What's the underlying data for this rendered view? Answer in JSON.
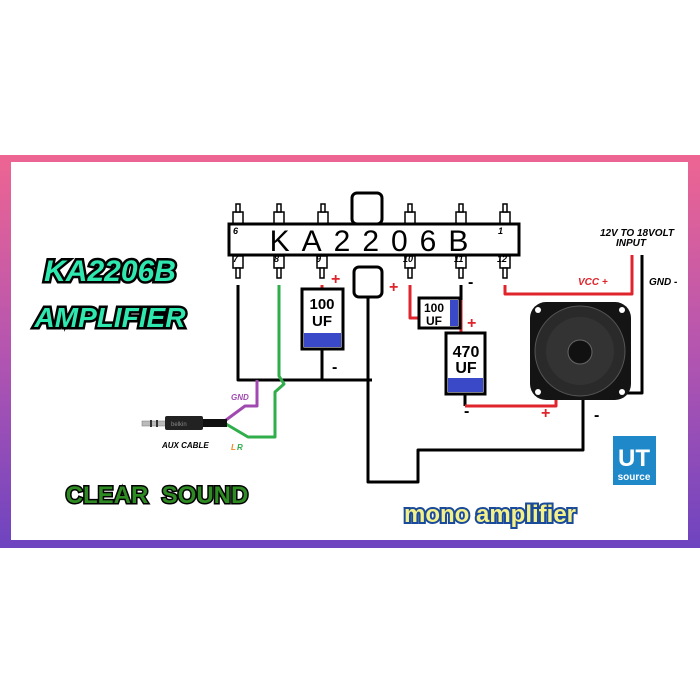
{
  "title": {
    "line1": "KA2206B",
    "line2": "AMPLIFIER"
  },
  "tagline": "CLEAR  SOUND",
  "subtitle": "mono amplifier",
  "ic": {
    "label": "KA2206B",
    "pins_top": [
      "6",
      "1"
    ],
    "pins_bottom": [
      "7",
      "8",
      "9",
      "10",
      "11",
      "12"
    ]
  },
  "capacitors": {
    "c1": {
      "value": "100",
      "unit": "UF"
    },
    "c2": {
      "value": "100",
      "unit": "UF"
    },
    "c3": {
      "value": "470",
      "unit": "UF"
    }
  },
  "labels": {
    "input": "12V TO 18VOLT",
    "input2": "INPUT",
    "vcc": "VCC +",
    "gnd": "GND -",
    "aux_gnd": "GND",
    "aux_l": "L",
    "aux_r": "R",
    "aux_cable": "AUX CABLE",
    "jack_brand": "belkin",
    "plus": "+",
    "minus": "-"
  },
  "logo": {
    "line1": "UT",
    "line2": "source"
  },
  "colors": {
    "red": "#e0242b",
    "green": "#2fae4a",
    "purple": "#a04ab0",
    "teal": "#2ee8b0",
    "blue": "#3a49c8",
    "logo": "#1e88c8"
  }
}
